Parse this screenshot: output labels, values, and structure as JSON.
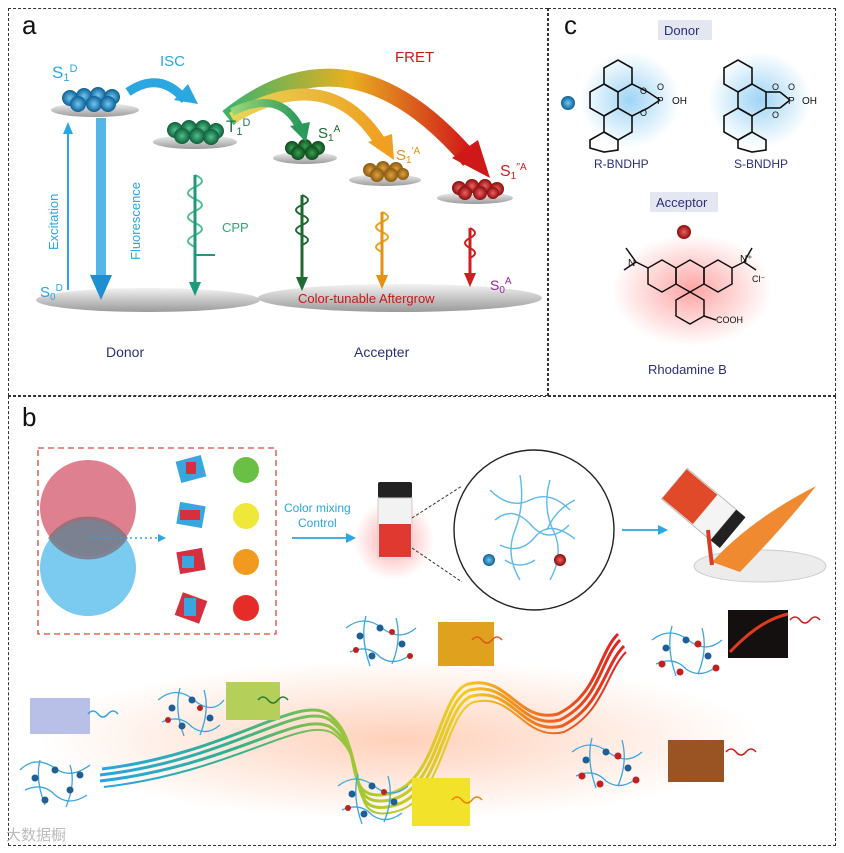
{
  "panel_a": {
    "label": "a",
    "s1d": "S",
    "isc": "ISC",
    "fret": "FRET",
    "t1d": "T",
    "s1a": "S",
    "s1pa": "S",
    "s1ppa": "S",
    "excitation": "Excitation",
    "fluorescence": "Fluorescence",
    "cpp": "CPP",
    "s0d": "S",
    "s0a": "S",
    "aftergrow": "Color-tunable Aftergrow",
    "donor": "Donor",
    "accepter": "Accepter",
    "sub_one": "1",
    "sub_zero": "0",
    "sup_d": "D",
    "sup_a": "A",
    "sup_pa": "′A",
    "sup_ppa": "′′A"
  },
  "panel_c": {
    "label": "c",
    "donor_heading": "Donor",
    "r_bndhp": "R-BNDHP",
    "s_bndhp": "S-BNDHP",
    "acceptor_heading": "Acceptor",
    "rhodamine": "Rhodamine B",
    "oh": "OH",
    "p": "P",
    "o": "O",
    "cooh": "COOH",
    "n": "N",
    "nplus": "N⁺",
    "cl": "Cl⁻"
  },
  "panel_b": {
    "label": "b",
    "color_mixing_line1": "Color mixing",
    "color_mixing_line2": "Control"
  },
  "colors": {
    "donor_blue": "#1e8fd0",
    "green": "#2a8a4a",
    "orange": "#e8960a",
    "red": "#cc1f1f",
    "navy": "#2b2f7a",
    "cyan": "#2aa6e0"
  },
  "watermark": "大数据橱"
}
